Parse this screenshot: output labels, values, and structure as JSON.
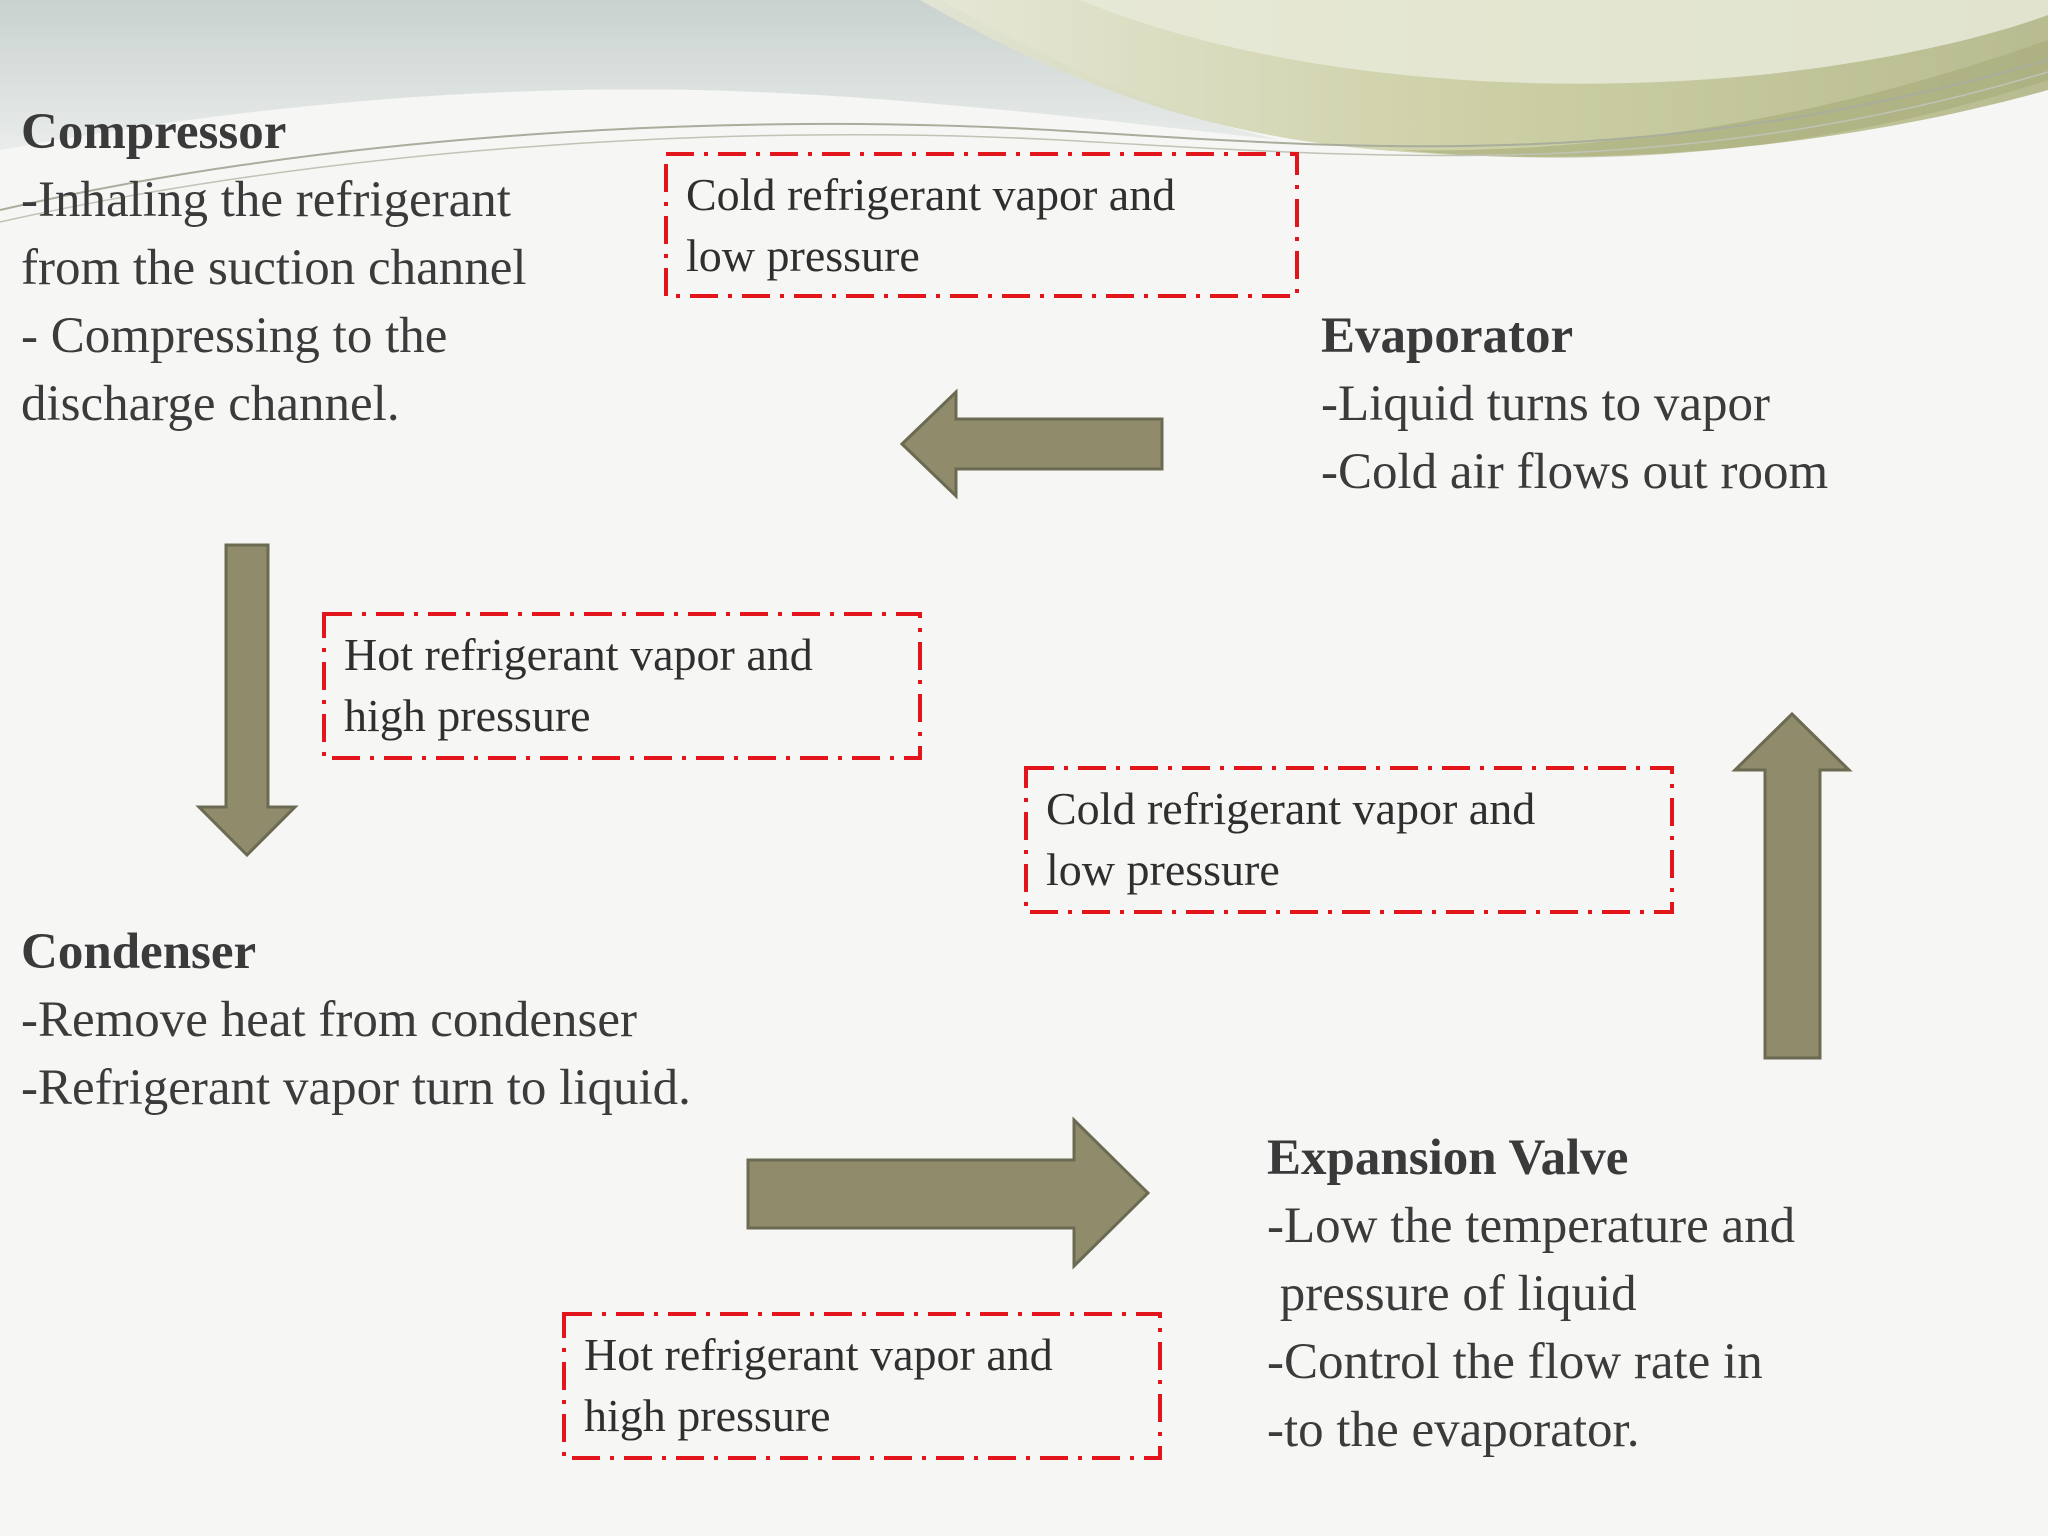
{
  "colors": {
    "arrow_fill": "#8f8b6b",
    "arrow_stroke": "#6b6a52",
    "note_border": "#e2141c",
    "wave_light": "#d9dbbf",
    "wave_dark": "#b5b98a"
  },
  "compressor": {
    "title": "Compressor",
    "lines": [
      "-Inhaling the refrigerant",
      "from the suction channel",
      "- Compressing  to the",
      "discharge channel."
    ]
  },
  "evaporator": {
    "title": "Evaporator",
    "lines": [
      "-Liquid turns to vapor",
      "-Cold air flows out room"
    ]
  },
  "condenser": {
    "title": "Condenser",
    "lines": [
      "-Remove heat from condenser",
      "-Refrigerant vapor turn to liquid."
    ]
  },
  "expansion_valve": {
    "title": "Expansion Valve",
    "lines": [
      "-Low the temperature and",
      " pressure of liquid",
      "-Control the flow rate in",
      "-to the evaporator."
    ]
  },
  "notes": [
    {
      "lines": [
        "Cold refrigerant vapor and",
        "low pressure"
      ]
    },
    {
      "lines": [
        "Hot refrigerant vapor and",
        "high pressure"
      ]
    },
    {
      "lines": [
        "Cold refrigerant vapor and",
        "low pressure"
      ]
    },
    {
      "lines": [
        "Hot refrigerant vapor and",
        "high pressure"
      ]
    }
  ],
  "arrows": [
    {
      "name": "arrow-left",
      "direction": "left"
    },
    {
      "name": "arrow-down",
      "direction": "down"
    },
    {
      "name": "arrow-right",
      "direction": "right"
    },
    {
      "name": "arrow-up",
      "direction": "up"
    }
  ]
}
